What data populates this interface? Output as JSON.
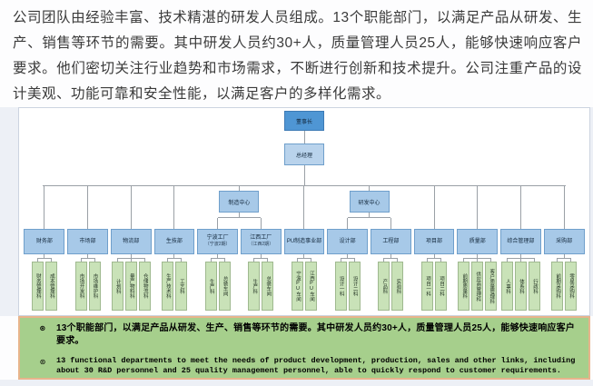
{
  "intro_paragraph": "公司团队由经验丰富、技术精湛的研发人员组成。13个职能部门，以满足产品从研发、生产、销售等环节的需要。其中研发人员约30+人，质量管理人员25人，能够快速响应客户要求。他们密切关注行业趋势和市场需求，不断进行创新和技术提升。公司注重产品的设计美观、功能可靠和安全性能，以满足客户的多样化需求。",
  "org_chart": {
    "type": "org-tree",
    "root": {
      "label": "董事长"
    },
    "level2": {
      "label": "总经理"
    },
    "centers": [
      {
        "label": "制造中心",
        "children": [
          "宁波工厂",
          "江西工厂"
        ]
      },
      {
        "label": "研发中心",
        "children": [
          "设计部",
          "工程部"
        ]
      }
    ],
    "departments": [
      {
        "label": "财务部",
        "children": [
          "财务管理科",
          "成本管理科"
        ]
      },
      {
        "label": "市场部",
        "children": [
          "市场开发科",
          "市场维护科"
        ]
      },
      {
        "label": "物流部",
        "children": [
          "计划科",
          "量产物料科",
          "仓储物流科"
        ]
      },
      {
        "label": "生技部",
        "children": [
          "生产技术科",
          "工艺科"
        ]
      },
      {
        "label": "宁波工厂",
        "sub": "（宁波2期）",
        "parent": "制造中心",
        "children": [
          "生产科",
          "总装车间"
        ]
      },
      {
        "label": "江西工厂",
        "sub": "（江西2期）",
        "parent": "制造中心",
        "children": [
          "生产科",
          "总装车间"
        ]
      },
      {
        "label": "PU制造事业部",
        "children": [
          "宁波PU车间",
          "江西PU车间"
        ]
      },
      {
        "label": "设计部",
        "parent": "研发中心",
        "children": [
          "设计一科",
          "设计二科"
        ]
      },
      {
        "label": "工程部",
        "parent": "研发中心",
        "children": [
          "产品科",
          "实验科"
        ]
      },
      {
        "label": "项目部",
        "children": [
          "项目一科",
          "项目二科"
        ]
      },
      {
        "label": "质量部",
        "children": [
          "前期质量科",
          "供应商管理科",
          "客户质量管理科"
        ]
      },
      {
        "label": "综合管理部",
        "children": [
          "人事科",
          "体系科",
          "行政科"
        ]
      },
      {
        "label": "采购部",
        "children": [
          "前期采购科",
          "零星采购科"
        ]
      }
    ]
  },
  "annotation": {
    "bullet_icon": "⊛",
    "line_zh": "13个职能部门，以满足产品从研发、生产、销售等环节的需要。其中研发人员约30+人，质量管理人员25人，能够快速响应客户要求。",
    "line_en": "13 functional departments to meet the needs of product development, production, sales and other links, including about 30 R&D personnel and 25 quality management personnel, able to quickly respond to customer requirements."
  },
  "colors": {
    "root_box": "#4f96d4",
    "level2_box": "#b9d3ec",
    "dept_box": "#a7c9e8",
    "leaf_box": "#c9e2b8",
    "annotation_bg": "#a6cf8c",
    "annotation_border": "#e8b48c",
    "page_bg": "#edf0f6"
  }
}
